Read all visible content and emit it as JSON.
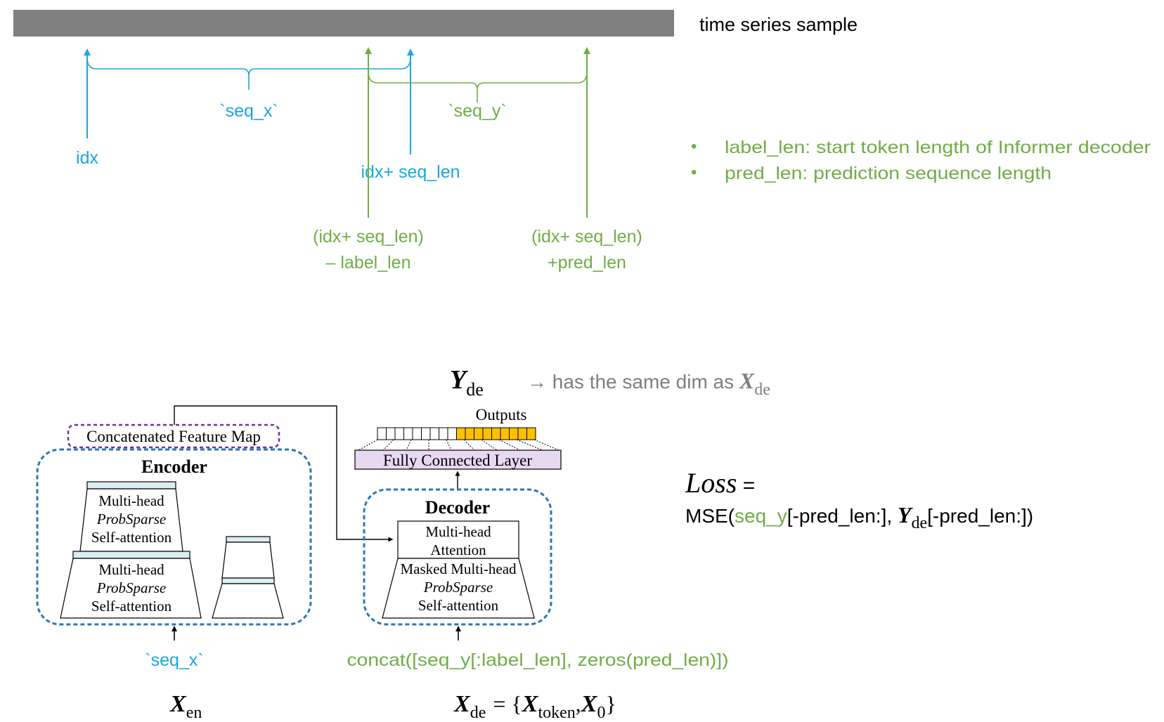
{
  "colors": {
    "blue": "#1AA7DE",
    "green": "#70AD47",
    "bar_gray": "#808080",
    "dark_gray": "#7F7F7F",
    "dashed_blue": "#2E75B6",
    "dashed_purple": "#7030A0",
    "fc_fill": "#E6D9F0",
    "output_fill": "#FFC000"
  },
  "timeline": {
    "bar_label": "time series sample",
    "blue": {
      "idx": "idx",
      "seq_x": "`seq_x`",
      "idx_seq_len": "idx+ seq_len"
    },
    "green": {
      "seq_y": "`seq_y`",
      "start_line1": "(idx+ seq_len)",
      "start_line2": "– label_len",
      "end_line1": "(idx+ seq_len)",
      "end_line2": "+pred_len"
    },
    "notes": [
      "label_len: start token length of Informer decoder",
      "pred_len: prediction sequence length"
    ],
    "bullet": "•"
  },
  "model": {
    "y_de": {
      "var": "Y",
      "sub": "de"
    },
    "y_note": "→ has the same dim as ",
    "x_de_ref": {
      "var": "X",
      "sub": "de"
    },
    "outputs_label": "Outputs",
    "fc_label": "Fully Connected Layer",
    "concat_map_label": "Concatenated Feature Map",
    "encoder": {
      "title": "Encoder",
      "block1": [
        "Multi-head",
        "ProbSparse",
        "Self-attention"
      ],
      "block2": [
        "Multi-head",
        "ProbSparse",
        "Self-attention"
      ]
    },
    "decoder": {
      "title": "Decoder",
      "attn": [
        "Multi-head",
        "Attention"
      ],
      "masked": [
        "Masked Multi-head",
        "ProbSparse",
        "Self-attention"
      ]
    },
    "enc_input": "`seq_x`",
    "dec_input": "concat([seq_y[:label_len], zeros(pred_len)])",
    "x_en": {
      "var": "X",
      "sub": "en"
    },
    "x_de": {
      "var": "X",
      "sub": "de",
      "eq": "= {",
      "token_var": "X",
      "token_sub": "token",
      "comma": ",",
      "zero_var": "X",
      "zero_sub": "0",
      "close": "}"
    },
    "output_cells": {
      "total": 18,
      "highlighted": 9
    }
  },
  "loss": {
    "title": "Loss",
    "eq": " =",
    "mse_open": "MSE(",
    "seq_y": "seq_y",
    "part1": "[-pred_len:], ",
    "y_var": "Y",
    "y_sub": "de",
    "part2": "[-pred_len:])"
  }
}
